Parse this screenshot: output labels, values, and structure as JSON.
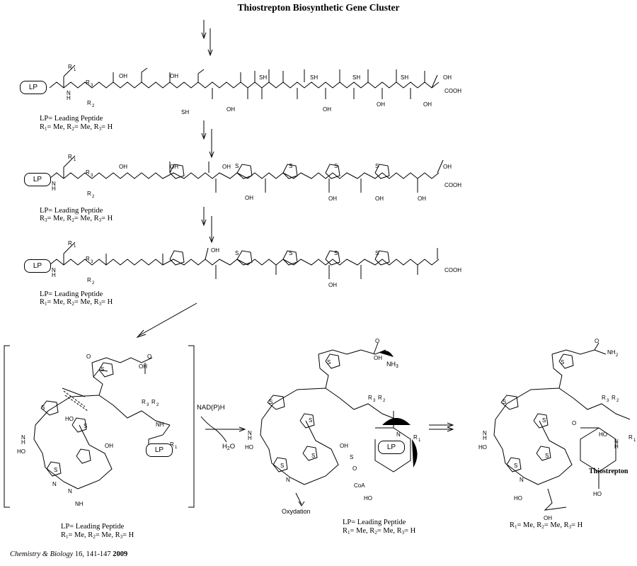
{
  "title": "Thiostrepton Biosynthetic Gene Cluster",
  "lp_label": "LP",
  "legend_lp": "LP= Leading Peptide",
  "legend_r_1": "R1= Me, R2= Me, R3= H",
  "legend_r_2": "R3= Me, R2= Me, R3= H",
  "reagent_top": "NAD(P)H",
  "reagent_bottom": "H2O",
  "ammonia": "NH3",
  "coa": "CoA",
  "oxidation": "Oxydation",
  "product_name": "Thiostrepton",
  "citation_journal": "Chemistry & Biology",
  "citation_pages": "16, 141-147",
  "citation_year": "2009"
}
